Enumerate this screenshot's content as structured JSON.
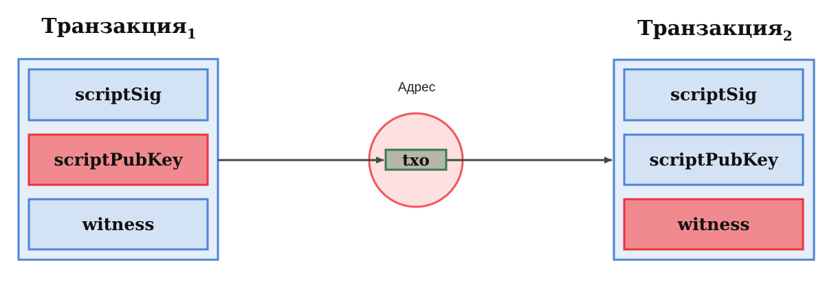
{
  "colors": {
    "container_fill": "#e6eefa",
    "container_stroke": "#4a86d4",
    "field_fill": "#d4e2f5",
    "field_stroke": "#4a86d4",
    "highlight_fill": "#f08a8e",
    "highlight_stroke": "#e8353b",
    "circle_fill": "#fde0e0",
    "circle_stroke": "#f0555a",
    "txo_fill": "#b5b7a6",
    "txo_stroke": "#3d7a52",
    "arrow": "#474747"
  },
  "transaction1": {
    "title_main": "Транзакция",
    "title_sub": "1",
    "fields": [
      {
        "label": "scriptSig",
        "highlighted": false
      },
      {
        "label": "scriptPubKey",
        "highlighted": true
      },
      {
        "label": "witness",
        "highlighted": false
      }
    ]
  },
  "transaction2": {
    "title_main": "Транзакция",
    "title_sub": "2",
    "fields": [
      {
        "label": "scriptSig",
        "highlighted": false
      },
      {
        "label": "scriptPubKey",
        "highlighted": false
      },
      {
        "label": "witness",
        "highlighted": true
      }
    ]
  },
  "address": {
    "label": "Адрес",
    "txo_label": "txo"
  }
}
